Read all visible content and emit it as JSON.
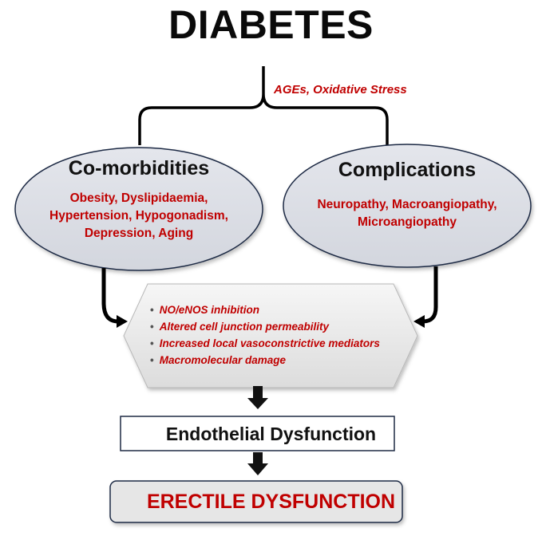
{
  "title": "DIABETES",
  "trigger_label": "AGEs, Oxidative Stress",
  "comorbidities": {
    "heading": "Co-morbidities",
    "lines": [
      "Obesity, Dyslipidaemia,",
      "Hypertension, Hypogonadism,",
      "Depression, Aging"
    ]
  },
  "complications": {
    "heading": "Complications",
    "lines": [
      "Neuropathy, Macroangiopathy,",
      "Microangiopathy"
    ]
  },
  "mechanisms": [
    "NO/eNOS inhibition",
    "Altered cell junction permeability",
    "Increased local vasoconstrictive mediators",
    "Macromolecular damage"
  ],
  "endothelial": "Endothelial Dysfunction",
  "outcome": "ERECTILE DYSFUNCTION",
  "colors": {
    "accent_red": "#c00000",
    "ellipse_fill": "#dde0e6",
    "hexagon_fill": "#e9e9e9",
    "outcome_fill": "#e6e6e6"
  }
}
